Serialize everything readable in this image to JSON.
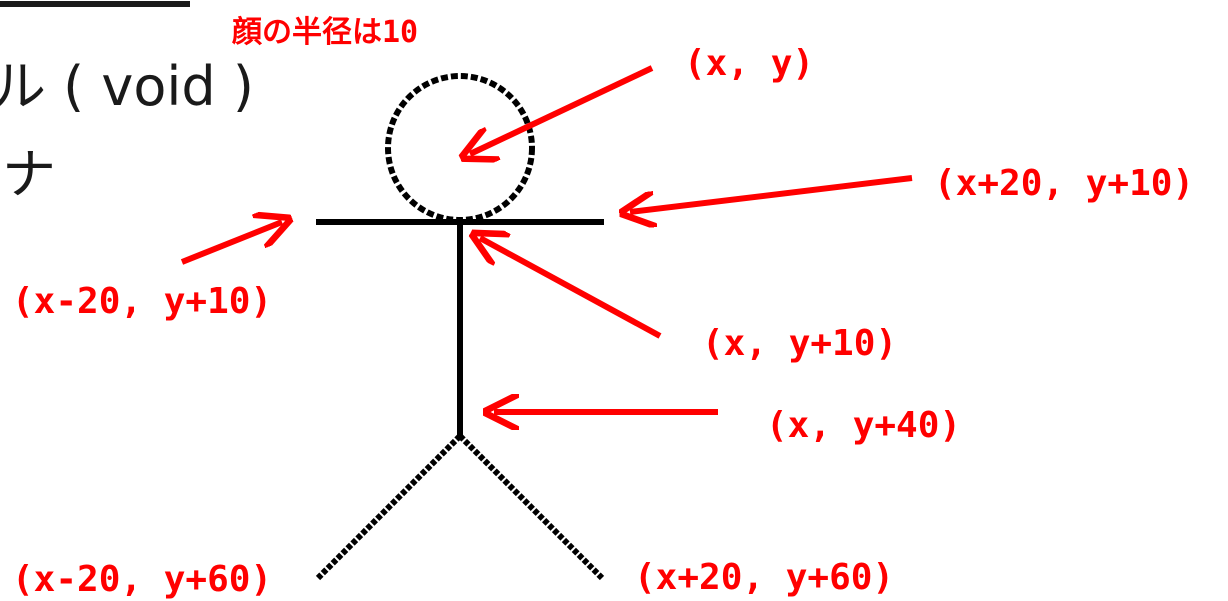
{
  "slide_text": {
    "line1": "ル ( void )",
    "line2": "ナ"
  },
  "annotations": {
    "face_radius": "顔の半径は10",
    "head_center": "(x, y)",
    "right_arm": "(x+20, y+10)",
    "left_arm": "(x-20, y+10)",
    "neck": "(x, y+10)",
    "hip": "(x, y+40)",
    "left_foot": "(x-20, y+60)",
    "right_foot": "(x+20, y+60)"
  },
  "colors": {
    "annotation": "#ff0000",
    "figure": "#000000"
  }
}
